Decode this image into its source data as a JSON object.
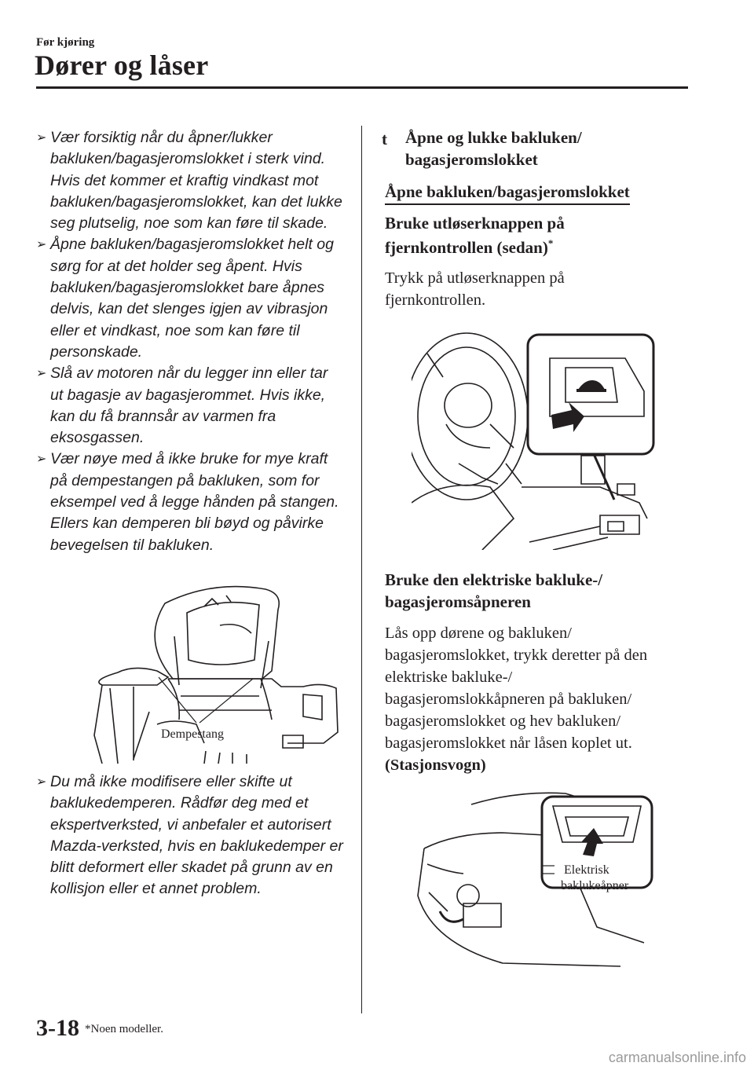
{
  "header": {
    "section": "Før kjøring",
    "title": "Dører og låser"
  },
  "warnings_top": [
    "Vær forsiktig når du åpner/lukker bakluken/bagasjeromslokket i sterk vind. Hvis det kommer et kraftig vindkast mot bakluken/bagasjeromslokket, kan det lukke seg plutselig, noe som kan føre til skade.",
    "Åpne bakluken/bagasjeromslokket helt og sørg for at det holder seg åpent. Hvis bakluken/bagasjeromslokket bare åpnes delvis, kan det slenges igjen av vibrasjon eller et vindkast, noe som kan føre til personskade.",
    "Slå av motoren når du legger inn eller tar ut bagasje av bagasjerommet. Hvis ikke, kan du få brannsår av varmen fra eksosgassen.",
    "Vær nøye med å ikke bruke for mye kraft på dempestangen på bakluken, som for eksempel ved å legge hånden på stangen. Ellers kan demperen bli bøyd og påvirke bevegelsen til bakluken."
  ],
  "warning_bottom": "Du må ikke modifisere eller skifte ut baklukedemperen. Rådfør deg med et ekspertverksted, vi anbefaler et autorisert Mazda-verksted, hvis en baklukedemper er blitt deformert eller skadet på grunn av en kollisjon eller et annet problem.",
  "figure1_label": "Dempestang",
  "right": {
    "marker": "t",
    "heading_line1": "Åpne og lukke bakluken/",
    "heading_line2": "bagasjeromslokket",
    "subheading": "Åpne bakluken/bagasjeromslokket",
    "method1_line1": "Bruke utløserknappen på",
    "method1_line2": "fjernkontrollen (sedan)",
    "method1_star": "*",
    "method1_text_line1": "Trykk på utløserknappen på",
    "method1_text_line2": "fjernkontrollen.",
    "method2_line1": "Bruke den elektriske bakluke-/",
    "method2_line2": "bagasjeromsåpneren",
    "method2_text": [
      "Lås opp dørene og bakluken/",
      "bagasjeromslokket, trykk deretter på den",
      "elektriske bakluke-/",
      "bagasjeromslokkåpneren på bakluken/",
      "bagasjeromslokket og hev bakluken/",
      "bagasjeromslokket når låsen koplet ut."
    ],
    "method2_note": "(Stasjonsvogn)",
    "figure3_label_line1": "Elektrisk",
    "figure3_label_line2": "baklukeåpner"
  },
  "footer": {
    "page": "3-18",
    "footnote": "*Noen modeller.",
    "watermark": "carmanualsonline.info"
  }
}
